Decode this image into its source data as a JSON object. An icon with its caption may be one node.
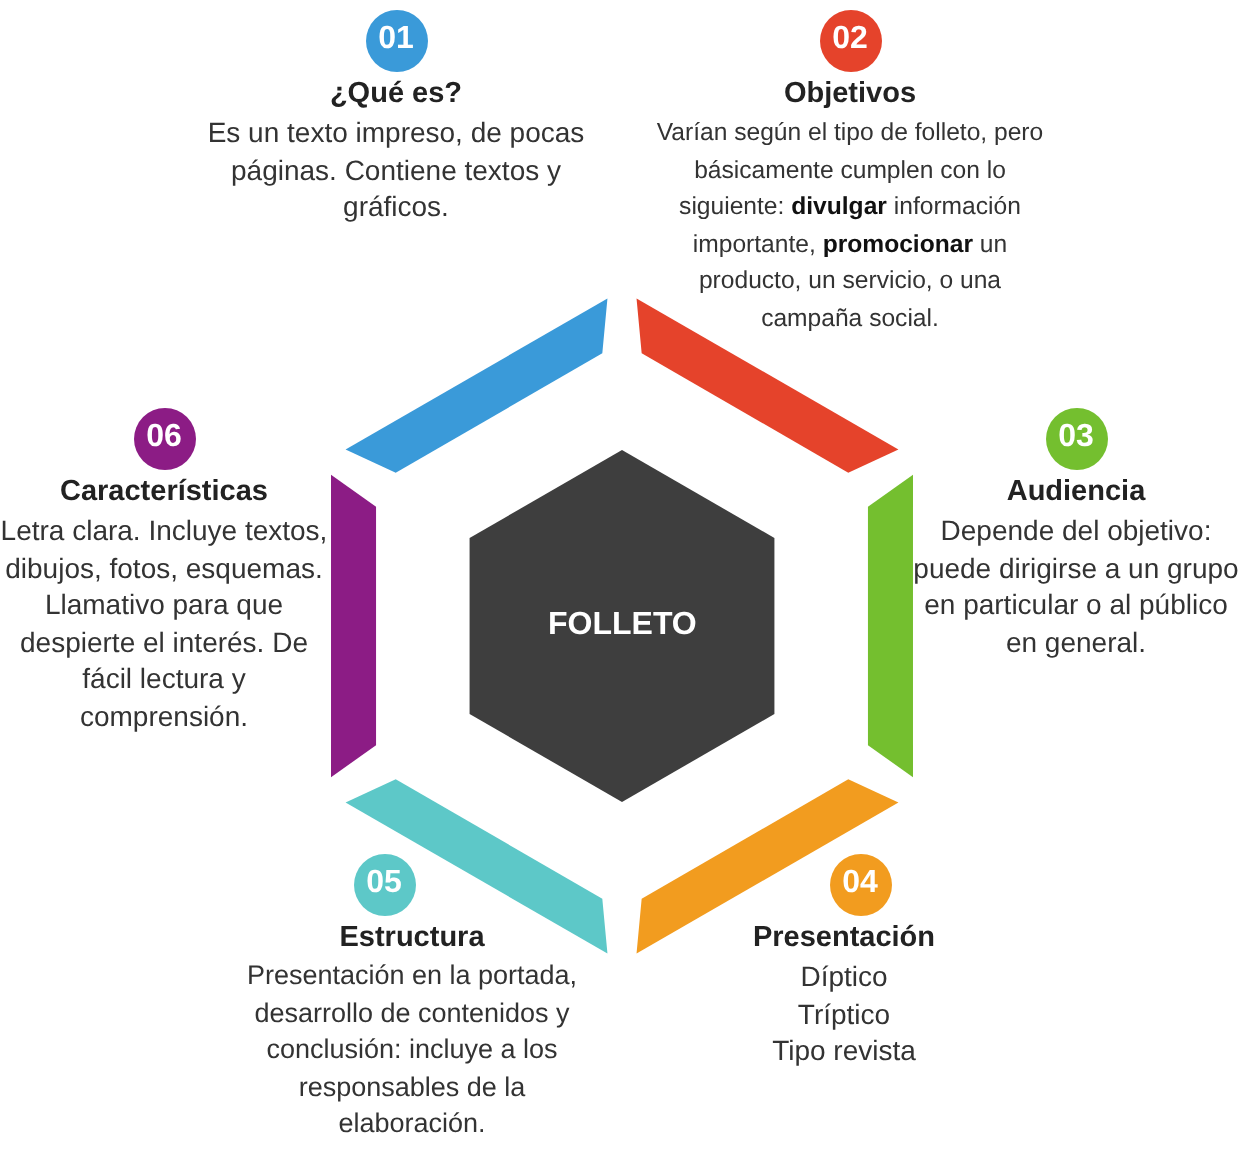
{
  "diagram": {
    "nodes": [
      {
        "text": [
          "01"
        ],
        "beside": [
          "¿Qué es?",
          "Es un texto impreso, de pocas páginas. Contiene textos y gráficos."
        ]
      },
      {
        "text": [
          "02"
        ],
        "beside": [
          "Objetivos",
          "Varían según el tipo de folleto, pero básicamente cumplen con lo siguiente: **divulgar** información importante, **promocionar** un producto, un servicio, o una campaña social."
        ]
      },
      {
        "text": [
          "03"
        ],
        "beside": [
          "Audiencia",
          "Depende del objetivo: puede dirigirse a un grupo en particular o al público en general."
        ]
      },
      {
        "text": [
          "04"
        ],
        "beside": [
          "Presentación",
          "Díptico",
          "Tríptico",
          "Tipo revista"
        ]
      },
      {
        "text": [
          "05"
        ],
        "beside": [
          "Estructura",
          "Presentación en la portada, desarrollo de contenidos y conclusión: incluye a los responsables de la elaboración."
        ]
      },
      {
        "text": [
          "06"
        ],
        "beside": [
          "Características",
          "Letra clara. Incluye textos, dibujos, fotos, esquemas. Llamativo para que despierte el interés. De fácil lectura y comprensión."
        ]
      },
      {
        "text": [
          "FOLLETO"
        ]
      }
    ]
  }
}
